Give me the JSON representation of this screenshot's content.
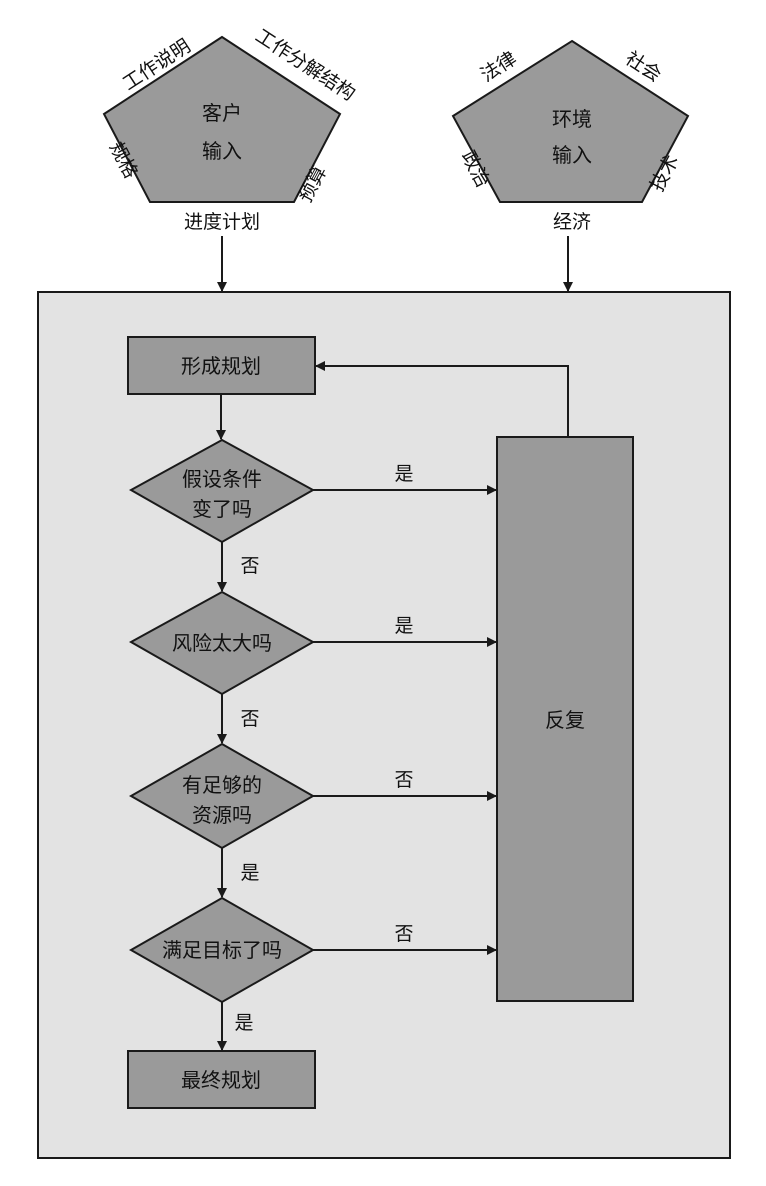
{
  "colors": {
    "shape_fill": "#9a9a9a",
    "container_fill": "#e3e3e3",
    "stroke": "#1a1a1a"
  },
  "customer_input": {
    "title_line1": "客户",
    "title_line2": "输入",
    "edge_top_left": "工作说明",
    "edge_top_right": "工作分解结构",
    "edge_left": "规格",
    "edge_right": "预算",
    "edge_bottom": "进度计划"
  },
  "environment_input": {
    "title_line1": "环境",
    "title_line2": "输入",
    "edge_top_left": "法律",
    "edge_top_right": "社会",
    "edge_left": "政治",
    "edge_right": "技术",
    "edge_bottom": "经济"
  },
  "flow": {
    "start_box": "形成规划",
    "decision1_line1": "假设条件",
    "decision1_line2": "变了吗",
    "decision2": "风险太大吗",
    "decision3_line1": "有足够的",
    "decision3_line2": "资源吗",
    "decision4": "满足目标了吗",
    "end_box": "最终规划",
    "feedback_box": "反复"
  },
  "labels": {
    "d1_to_feedback": "是",
    "d1_down": "否",
    "d2_to_feedback": "是",
    "d2_down": "否",
    "d3_to_feedback": "否",
    "d3_down": "是",
    "d4_to_feedback": "否",
    "d4_down": "是"
  }
}
